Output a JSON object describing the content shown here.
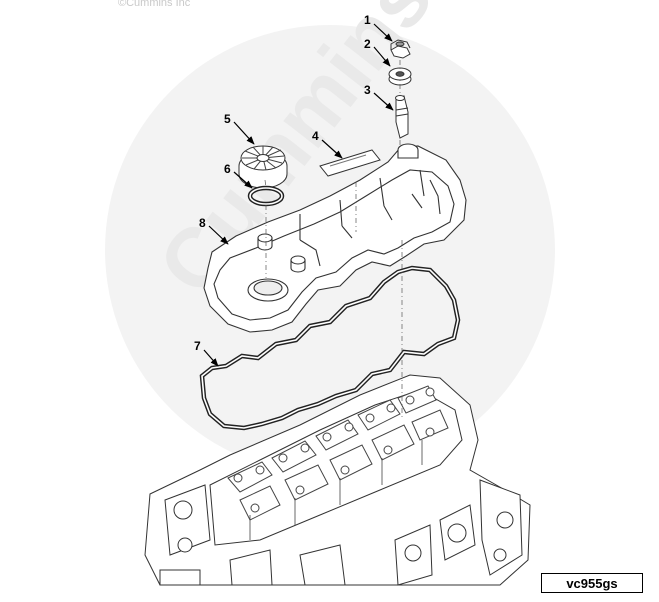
{
  "copyright": "©Cummins Inc",
  "watermark_text": "Cummins",
  "figure_id": "vc955gs",
  "callouts": [
    "1",
    "2",
    "3",
    "4",
    "5",
    "6",
    "7",
    "8"
  ]
}
